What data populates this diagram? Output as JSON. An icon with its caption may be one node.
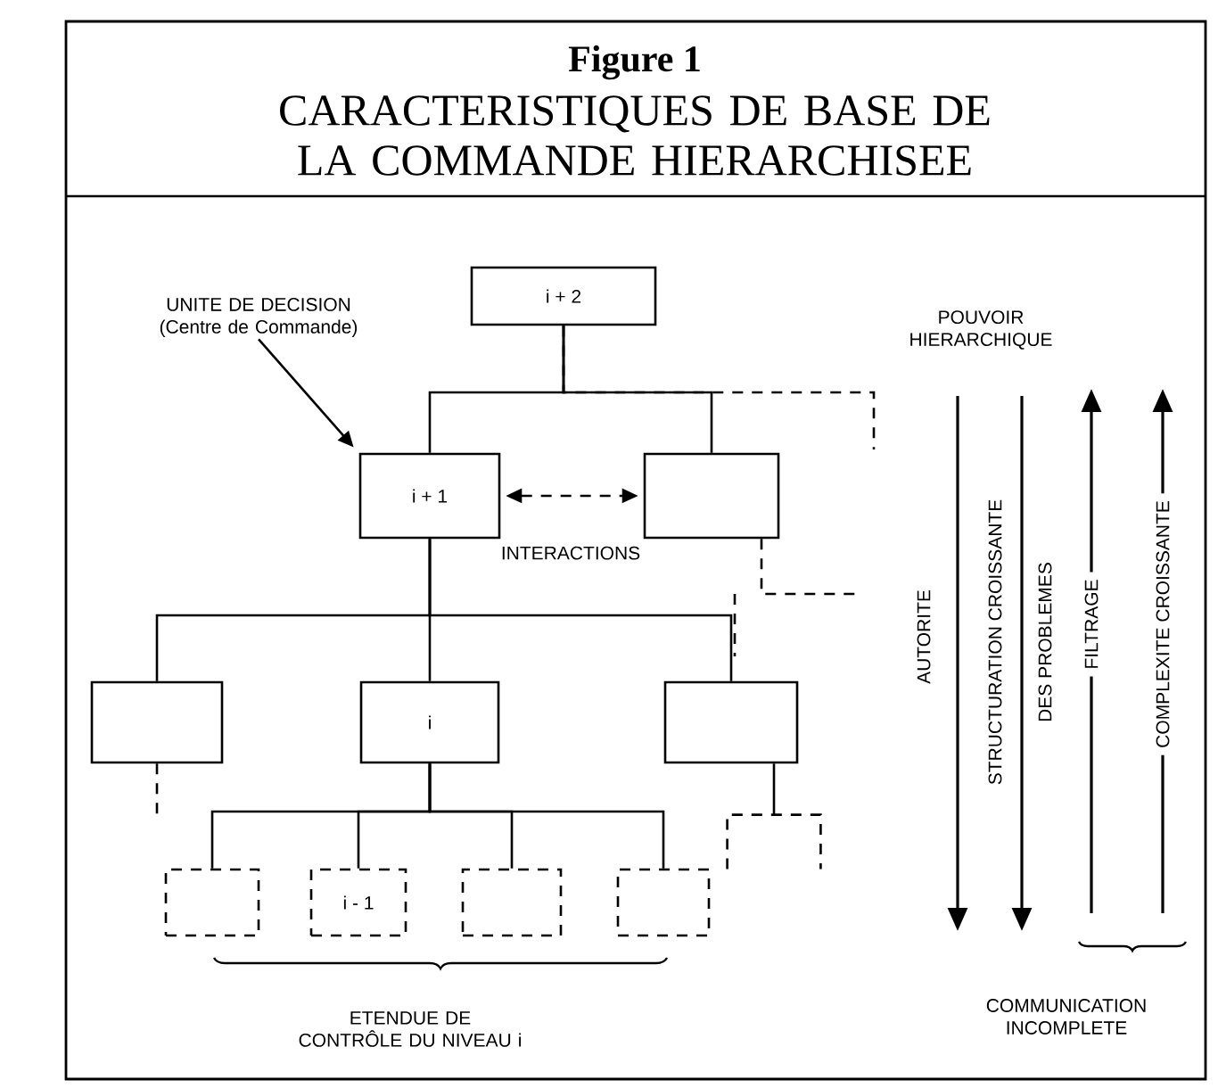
{
  "diagram": {
    "title": "CARACTERISTIQUES DE BASE DE LA COMMANDE HIERARCHISEE",
    "nodes": [
      {
        "text": [
          "i + 2"
        ]
      },
      {
        "text": [
          "i + 1"
        ]
      },
      {
        "text": [],
        "shape": "box"
      },
      {
        "text": [],
        "shape": "box"
      },
      {
        "text": [
          "i"
        ]
      },
      {
        "text": [],
        "shape": "box"
      },
      {
        "text": [],
        "shape": "box"
      },
      {
        "text": [
          "i - 1"
        ]
      },
      {
        "text": [],
        "shape": "box"
      },
      {
        "text": [],
        "shape": "box"
      },
      {
        "text": [],
        "shape": "box"
      },
      {
        "text": [
          "UNITE DE DECISION (Centre de Commande)"
        ]
      }
    ],
    "edges": [
      {
        "from": 0,
        "to": 1,
        "arrow": "none"
      },
      {
        "from": 0,
        "to": 2,
        "arrow": "none"
      },
      {
        "from": 0,
        "to": null,
        "arrow": "none",
        "style": "dashed"
      },
      {
        "from": 1,
        "to": 2,
        "arrow": "both",
        "style": "dashed",
        "label": "INTERACTIONS"
      },
      {
        "from": 2,
        "to": null,
        "arrow": "none",
        "style": "dashed"
      },
      {
        "from": 1,
        "to": 3,
        "arrow": "none"
      },
      {
        "from": 1,
        "to": 4,
        "arrow": "none"
      },
      {
        "from": 1,
        "to": 5,
        "arrow": "none"
      },
      {
        "from": 3,
        "to": null,
        "arrow": "none",
        "style": "dashed"
      },
      {
        "from": 4,
        "to": 6,
        "arrow": "none"
      },
      {
        "from": 4,
        "to": 7,
        "arrow": "none"
      },
      {
        "from": 4,
        "to": 8,
        "arrow": "none"
      },
      {
        "from": 4,
        "to": 9,
        "arrow": "none"
      },
      {
        "from": 5,
        "to": 10,
        "arrow": "none"
      },
      {
        "from": 11,
        "to": 1,
        "arrow": "to"
      }
    ],
    "labels": [
      "Figure 1",
      "POUVOIR HIERARCHIQUE",
      "AUTORITE",
      "STRUCTURATION CROISSANTE",
      "DES PROBLEMES",
      "FILTRAGE",
      "COMPLEXITE CROISSANTE",
      "ETENDUE DE CONTRÔLE DU NIVEAU i",
      "COMMUNICATION INCOMPLETE"
    ]
  }
}
